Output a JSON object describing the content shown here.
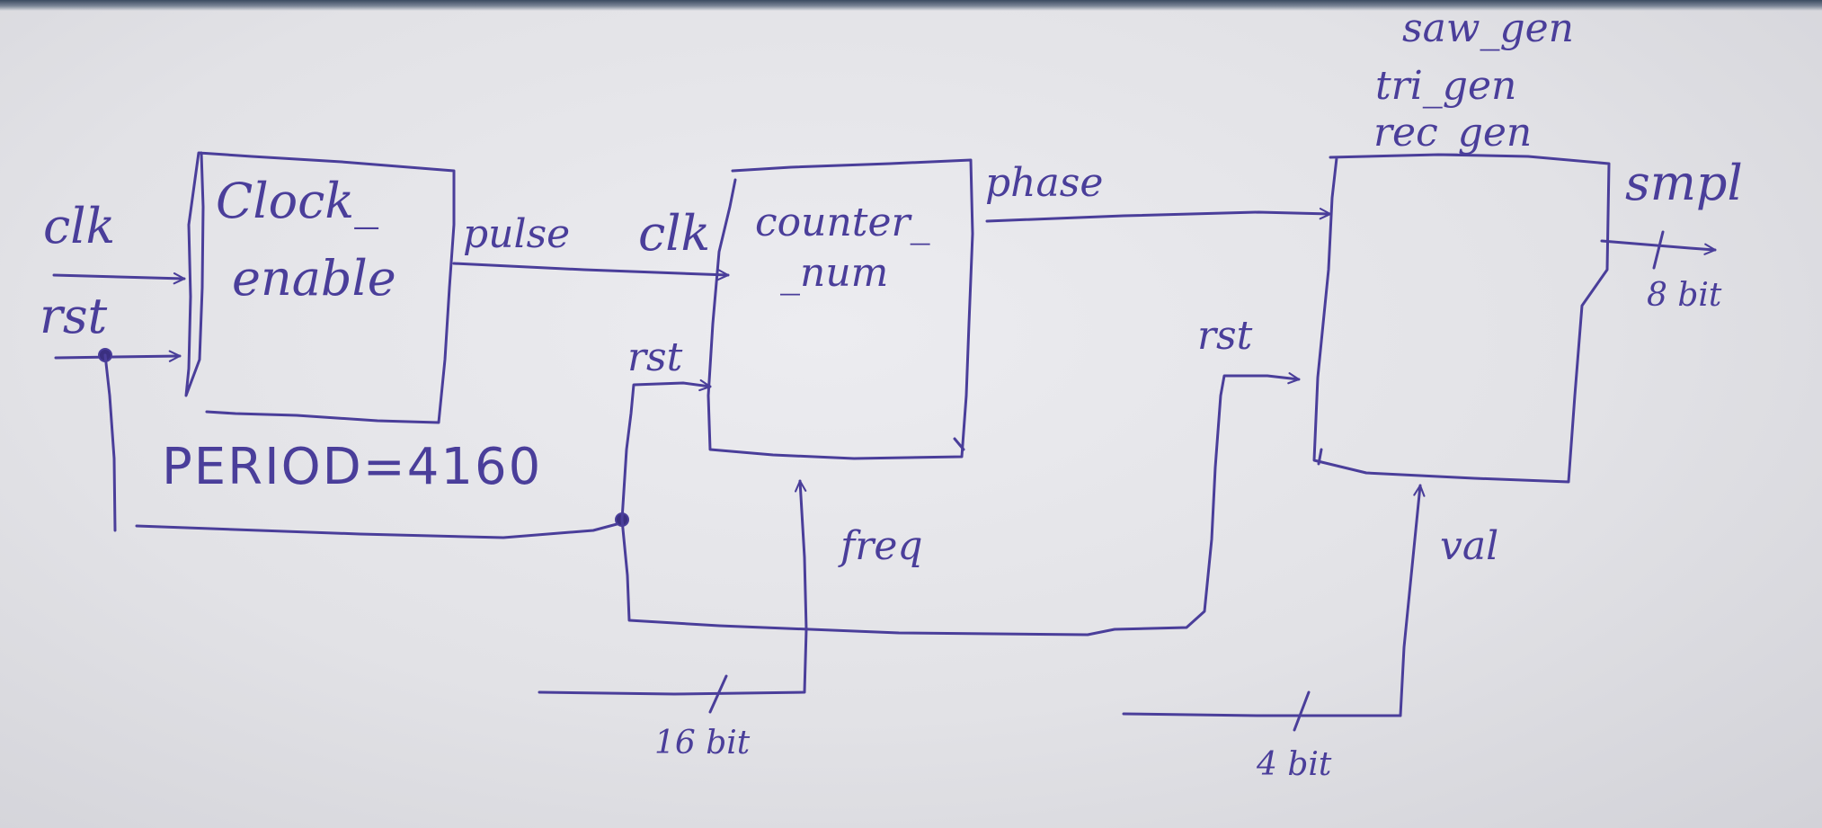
{
  "diagram": {
    "inputs": {
      "clk": "clk",
      "rst": "rst"
    },
    "blocks": {
      "clock_enable": {
        "line1": "Clock_",
        "line2": "enable"
      },
      "counter": {
        "line1": "counter_",
        "line2": "_num"
      },
      "generator": {
        "line1": "saw_gen",
        "line2": "tri_gen",
        "line3": "rec_gen"
      }
    },
    "signals": {
      "pulse": "pulse",
      "counter_clk": "clk",
      "counter_rst": "rst",
      "phase": "phase",
      "gen_rst": "rst",
      "smpl": "smpl",
      "smpl_width": "8 bit",
      "freq": "freq",
      "freq_width": "16 bit",
      "val": "val",
      "val_width": "4 bit"
    },
    "annotations": {
      "period": "PERIOD=4160"
    }
  }
}
